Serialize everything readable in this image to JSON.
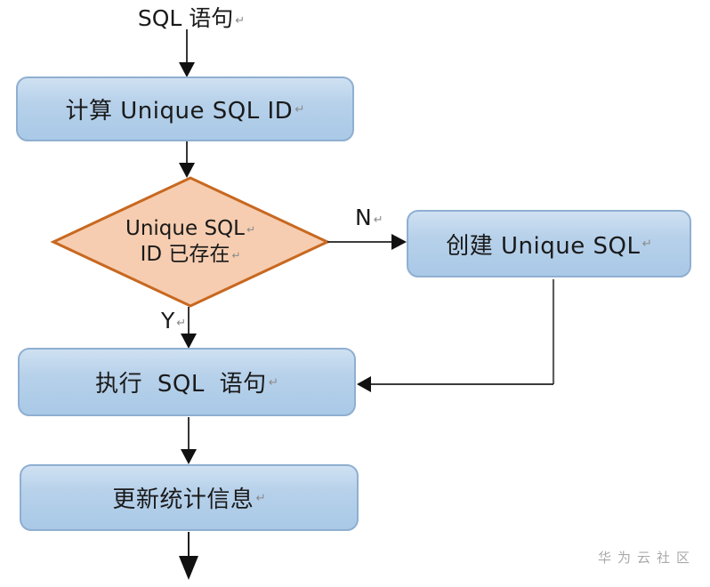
{
  "flowchart": {
    "start_label": "SQL 语句",
    "nodes": {
      "compute": "计算 Unique SQL ID",
      "decision_line1": "Unique SQL",
      "decision_line2": "ID 已存在",
      "create": "创建 Unique SQL",
      "execute": "执行 SQL 语句",
      "update": "更新统计信息"
    },
    "edge_labels": {
      "no": "N",
      "yes": "Y"
    },
    "pilcrow": "↵"
  },
  "watermark": "华为云社区",
  "colors": {
    "process_fill_top": "#cfe1f2",
    "process_fill_bottom": "#a9c9e7",
    "process_border": "#8fafd1",
    "decision_fill": "#f6cdb0",
    "decision_border": "#c86820",
    "connector_black": "#1f1f1f",
    "connector_gray": "#5f5f5f",
    "watermark_gray": "#a9a9a9"
  }
}
